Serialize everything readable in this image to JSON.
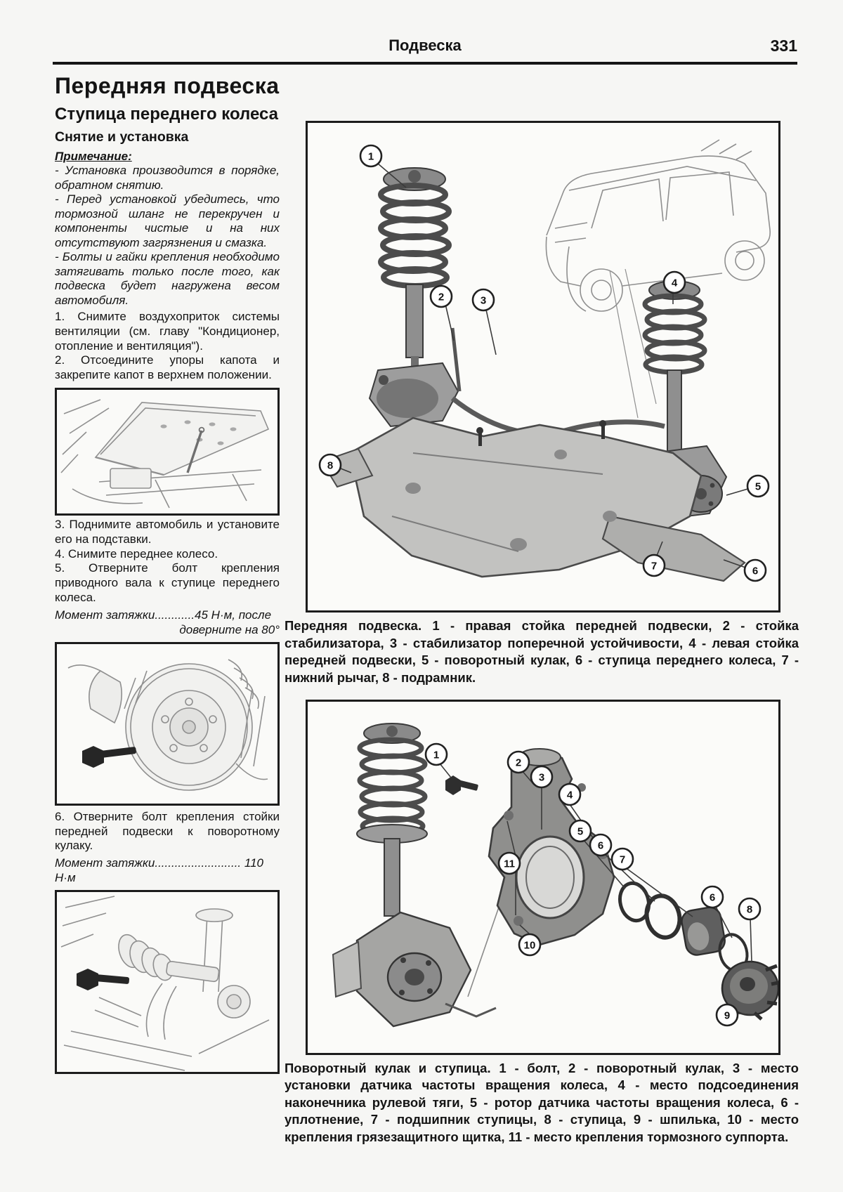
{
  "header": {
    "title": "Подвеска",
    "page_number": "331"
  },
  "title": "Передняя подвеска",
  "left": {
    "section_title": "Ступица переднего колеса",
    "subsection_title": "Снятие и установка",
    "note_label": "Примечание:",
    "notes": [
      "- Установка производится в порядке, обратном снятию.",
      "- Перед установкой убедитесь, что тормозной шланг не перекручен и компоненты чистые и на них отсутствуют загрязнения и смазка.",
      "- Болты и гайки крепления необходимо затягивать только после того, как подвеска будет нагружена весом автомобиля."
    ],
    "steps_a": [
      "1. Снимите воздухоприток системы вентиляции (см. главу \"Кондиционер, отопление и вентиляция\").",
      "2. Отсоедините упоры капота и закрепите капот в верхнем положении."
    ],
    "steps_b": [
      "3. Поднимите автомобиль и установите его на подставки.",
      "4. Снимите переднее колесо.",
      "5. Отверните болт крепления приводного вала к ступице переднего колеса."
    ],
    "torque_a_line1": "Момент затяжки............45 Н·м, после",
    "torque_a_line2": "доверните на 80°",
    "step_6": "6. Отверните болт крепления стойки передней подвески к поворотному кулаку.",
    "torque_b": "Момент затяжки.......................... 110 Н·м"
  },
  "right": {
    "figure1": {
      "caption": "Передняя подвеска. 1 - правая стойка передней подвески, 2 - стойка стабилизатора, 3 - стабилизатор поперечной устойчивости, 4 - левая стойка передней подвески, 5 - поворотный кулак, 6 - ступица переднего колеса, 7 - нижний рычаг, 8 - подрамник.",
      "callouts": [
        "1",
        "2",
        "3",
        "4",
        "5",
        "6",
        "7",
        "8"
      ]
    },
    "figure2": {
      "caption": "Поворотный кулак и ступица. 1 - болт, 2 - поворотный кулак, 3 - место установки датчика частоты вращения колеса, 4 - место подсоединения наконечника рулевой тяги, 5 - ротор датчика частоты вращения колеса, 6 - уплотнение, 7 - подшипник ступицы, 8 - ступица, 9 - шпилька, 10 - место крепления грязезащитного щитка, 11 - место крепления тормозного суппорта.",
      "callouts": [
        "1",
        "2",
        "3",
        "4",
        "5",
        "6",
        "7",
        "6",
        "8",
        "9",
        "10",
        "11"
      ]
    }
  }
}
